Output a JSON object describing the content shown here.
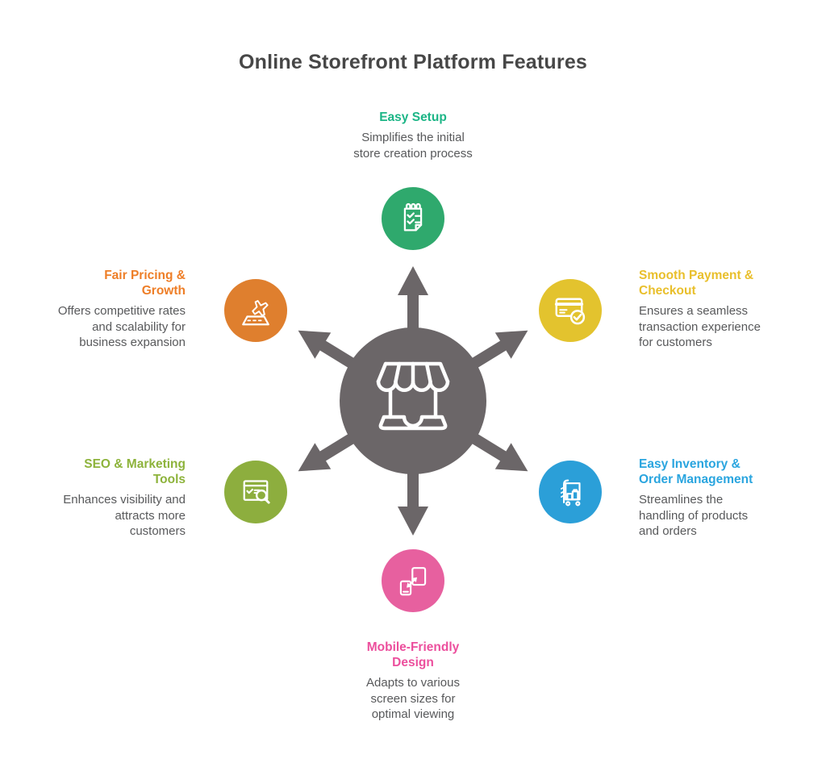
{
  "title": "Online Storefront Platform Features",
  "title_color": "#474747",
  "text_color": "#58595b",
  "background": "#ffffff",
  "hub": {
    "icon": "storefront-icon",
    "color": "#6b6668",
    "icon_color": "#ffffff",
    "arrow_count": 6
  },
  "features": [
    {
      "id": "easy-setup",
      "position": "top",
      "heading": "Easy Setup",
      "description": "Simplifies the initial\nstore creation process",
      "accent": "#1cb586",
      "circle": "#2fa96d",
      "icon": "checklist-notepad-icon"
    },
    {
      "id": "smooth-payment-checkout",
      "position": "top-right",
      "heading": "Smooth Payment &\nCheckout",
      "description": "Ensures a seamless\ntransaction experience\nfor customers",
      "accent": "#e9bf2b",
      "circle": "#e3c32e",
      "icon": "credit-card-check-icon"
    },
    {
      "id": "easy-inventory-order-management",
      "position": "bottom-right",
      "heading": "Easy Inventory &\nOrder Management",
      "description": "Streamlines the\nhandling of products\nand orders",
      "accent": "#2aa5df",
      "circle": "#2b9fd8",
      "icon": "hand-truck-icon"
    },
    {
      "id": "mobile-friendly-design",
      "position": "bottom",
      "heading": "Mobile-Friendly\nDesign",
      "description": "Adapts to various\nscreen sizes for\noptimal viewing",
      "accent": "#ec4f9d",
      "circle": "#e7609f",
      "icon": "responsive-devices-icon"
    },
    {
      "id": "seo-marketing-tools",
      "position": "bottom-left",
      "heading": "SEO & Marketing\nTools",
      "description": "Enhances visibility and\nattracts more\ncustomers",
      "accent": "#8db33b",
      "circle": "#8dae3e",
      "icon": "browser-search-icon"
    },
    {
      "id": "fair-pricing-growth",
      "position": "top-left",
      "heading": "Fair Pricing &\nGrowth",
      "description": "Offers competitive rates\nand scalability for\nbusiness expansion",
      "accent": "#ee7e27",
      "circle": "#df7f2e",
      "icon": "plane-takeoff-icon"
    }
  ]
}
